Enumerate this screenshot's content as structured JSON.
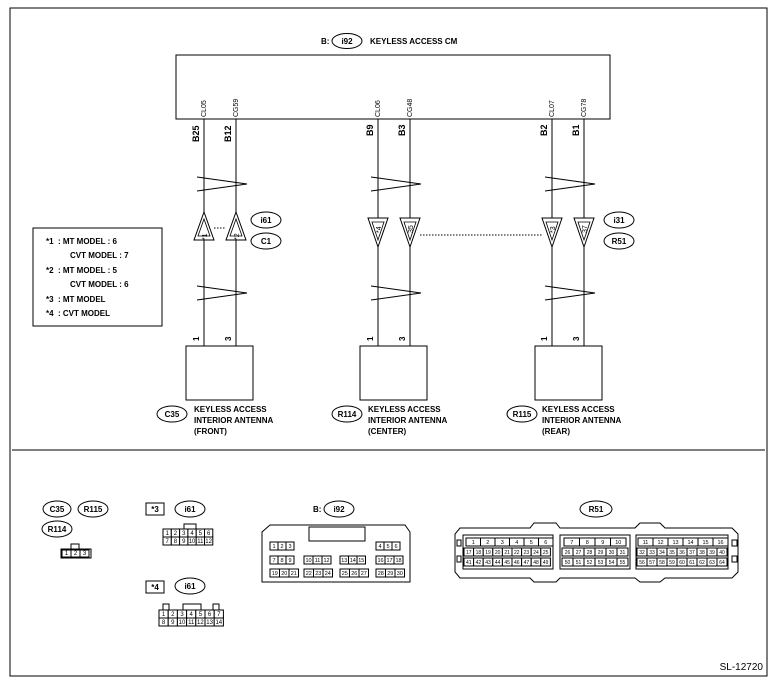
{
  "figure_id": "SL-12720",
  "cm": {
    "prefix": "B:",
    "connector": "i92",
    "title": "KEYLESS ACCESS CM",
    "pins": [
      {
        "pin": "B25",
        "wire": "CL05"
      },
      {
        "pin": "B12",
        "wire": "CG59"
      },
      {
        "pin": "B9",
        "wire": "CL06"
      },
      {
        "pin": "B3",
        "wire": "CG48"
      },
      {
        "pin": "B2",
        "wire": "CL07"
      },
      {
        "pin": "B1",
        "wire": "CG78"
      }
    ]
  },
  "inline_connectors": [
    {
      "top": "i61",
      "bottom": "C1"
    },
    {
      "top": "i31",
      "bottom": "R51"
    }
  ],
  "inline_terminals": [
    "*1",
    "*2",
    "*4",
    "35",
    "*3",
    "37"
  ],
  "legend": {
    "lines": [
      {
        "mark": "*1",
        "text": ": MT MODEL  : 6"
      },
      {
        "mark": "",
        "text": "CVT MODEL  : 7"
      },
      {
        "mark": "*2",
        "text": ": MT MODEL  : 5"
      },
      {
        "mark": "",
        "text": "CVT MODEL  : 6"
      },
      {
        "mark": "*3",
        "text": ": MT MODEL"
      },
      {
        "mark": "*4",
        "text": ": CVT MODEL"
      }
    ]
  },
  "antennas": [
    {
      "connector": "C35",
      "pin_a": "1",
      "pin_b": "3",
      "line1": "KEYLESS ACCESS",
      "line2": "INTERIOR ANTENNA",
      "line3": "(FRONT)"
    },
    {
      "connector": "R114",
      "pin_a": "1",
      "pin_b": "3",
      "line1": "KEYLESS ACCESS",
      "line2": "INTERIOR ANTENNA",
      "line3": "(CENTER)"
    },
    {
      "connector": "R115",
      "pin_a": "1",
      "pin_b": "3",
      "line1": "KEYLESS ACCESS",
      "line2": "INTERIOR ANTENNA",
      "line3": "(REAR)"
    }
  ],
  "connector_views": {
    "small": {
      "labels": [
        "C35",
        "R115",
        "R114"
      ],
      "pins": [
        "1",
        "2",
        "3"
      ]
    },
    "i61_mt": {
      "mark": "*3",
      "label": "i61",
      "row1": [
        "1",
        "2",
        "3",
        "4",
        "5",
        "6"
      ],
      "row2": [
        "7",
        "8",
        "9",
        "10",
        "11",
        "12"
      ]
    },
    "i61_cvt": {
      "mark": "*4",
      "label": "i61",
      "row1": [
        "1",
        "2",
        "3",
        "4",
        "5",
        "6",
        "7"
      ],
      "row2": [
        "8",
        "9",
        "10",
        "11",
        "12",
        "13",
        "14"
      ]
    },
    "i92": {
      "prefix": "B:",
      "label": "i92",
      "row1a": [
        "1",
        "2",
        "3"
      ],
      "row1b": [
        "4",
        "5",
        "6"
      ],
      "row2a": [
        "7",
        "8",
        "9"
      ],
      "row2b": [
        "10",
        "11",
        "12"
      ],
      "row2c": [
        "13",
        "14",
        "15"
      ],
      "row2d": [
        "16",
        "17",
        "18"
      ],
      "row3a": [
        "19",
        "20",
        "21"
      ],
      "row3b": [
        "22",
        "23",
        "24"
      ],
      "row3c": [
        "25",
        "26",
        "27"
      ],
      "row3d": [
        "28",
        "29",
        "30"
      ]
    },
    "r51": {
      "label": "R51",
      "a_row1": [
        "1",
        "2",
        "3",
        "4",
        "5",
        "6"
      ],
      "a_row2": [
        "17",
        "18",
        "19",
        "20",
        "21",
        "22",
        "23",
        "24",
        "25"
      ],
      "a_row3": [
        "41",
        "42",
        "43",
        "44",
        "45",
        "46",
        "47",
        "48",
        "49"
      ],
      "b_row1": [
        "7",
        "8",
        "9",
        "10"
      ],
      "b_row2": [
        "26",
        "27",
        "28",
        "29",
        "30",
        "31"
      ],
      "b_row3": [
        "50",
        "51",
        "52",
        "53",
        "54",
        "55"
      ],
      "c_row1": [
        "11",
        "12",
        "13",
        "14",
        "15",
        "16"
      ],
      "c_row2": [
        "32",
        "33",
        "34",
        "35",
        "36",
        "37",
        "38",
        "39",
        "40"
      ],
      "c_row3": [
        "56",
        "57",
        "58",
        "59",
        "60",
        "61",
        "62",
        "63",
        "64"
      ]
    }
  }
}
